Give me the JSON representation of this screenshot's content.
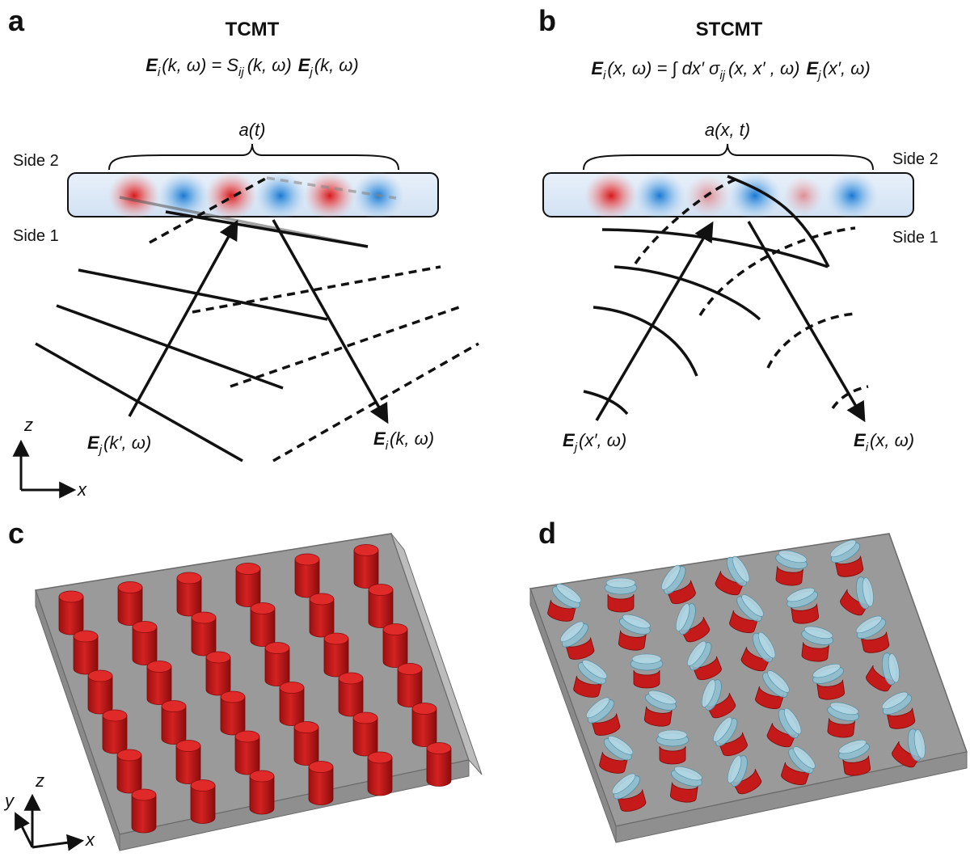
{
  "panels": {
    "a": {
      "letter": "a",
      "title": "TCMT",
      "equation": {
        "lhs_E": "E",
        "lhs_sub": "i",
        "lhs_args": "(k, ω) = S",
        "S_sub": "ij",
        "S_args": "(k, ω)",
        "rhs_E": "E",
        "rhs_sub": "j",
        "rhs_args": "(k, ω)"
      },
      "mode_label": "a(t)",
      "side_top": "Side 2",
      "side_bottom": "Side 1",
      "in_label": {
        "E": "E",
        "sub": "j",
        "args": "(k′, ω)"
      },
      "out_label": {
        "E": "E",
        "sub": "i",
        "args": "(k, ω)"
      }
    },
    "b": {
      "letter": "b",
      "title": "STCMT",
      "equation": {
        "lhs_E": "E",
        "lhs_sub": "i",
        "lhs_args": "(x, ω) = ∫ dx′ σ",
        "S_sub": "ij",
        "S_args": "(x, x′ , ω)",
        "rhs_E": "E",
        "rhs_sub": "j",
        "rhs_args": "(x′, ω)"
      },
      "mode_label": "a(x, t)",
      "side_top": "Side 2",
      "side_bottom": "Side 1",
      "in_label": {
        "E": "E",
        "sub": "j",
        "args": "(x′, ω)"
      },
      "out_label": {
        "E": "E",
        "sub": "i",
        "args": "(x, ω)"
      }
    },
    "c": {
      "letter": "c"
    },
    "d": {
      "letter": "d"
    }
  },
  "axes_ab": {
    "z": "z",
    "x": "x"
  },
  "axes_cd": {
    "y": "y",
    "z": "z",
    "x": "x"
  },
  "colors": {
    "red_mode": "#d7191c",
    "blue_mode": "#1a78d2",
    "waveguide_fill": "#dce8f5",
    "pillar_red": "#c41a1a",
    "pillar_blue": "#8fc3d6",
    "substrate": "#9a9a9a"
  }
}
